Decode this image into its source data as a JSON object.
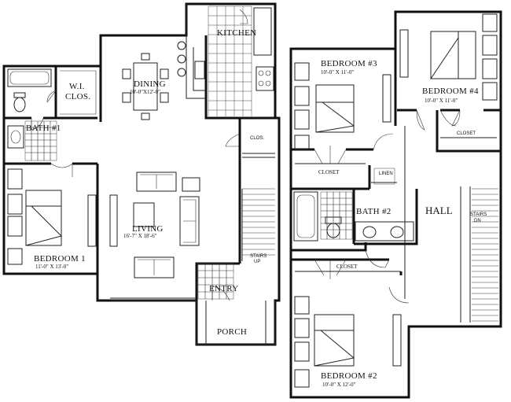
{
  "rooms": {
    "kitchen": "KITCHEN",
    "dining": "DINING",
    "dining_dim": "10'-0\"X12'-0\"",
    "wi_closet_1": "W.I.",
    "wi_closet_2": "CLOS.",
    "bath1": "BATH #1",
    "clos": "CLOS.",
    "bedroom1": "BEDROOM 1",
    "bedroom1_dim": "11'-0\" X 13'-0\"",
    "living": "LIVING",
    "living_dim": "16'-7\" X 18'-6\"",
    "stairs_up_1": "STAIRS",
    "stairs_up_2": "UP",
    "entry": "ENTRY",
    "porch": "PORCH",
    "bedroom3": "BEDROOM #3",
    "bedroom3_dim": "10'-0\" X 11'-0\"",
    "bedroom4": "BEDROOM #4",
    "bedroom4_dim": "10'-0\" X 11'-0\"",
    "closet_b4": "CLOSET",
    "closet_b3": "CLOSET",
    "linen": "LINEN",
    "bath2": "BATH #2",
    "hall": "HALL",
    "stairs_dn_1": "STAIRS",
    "stairs_dn_2": "DN",
    "closet_b2": "CLOSET",
    "bedroom2": "BEDROOM #2",
    "bedroom2_dim": "10'-0\" X 12'-0\""
  }
}
